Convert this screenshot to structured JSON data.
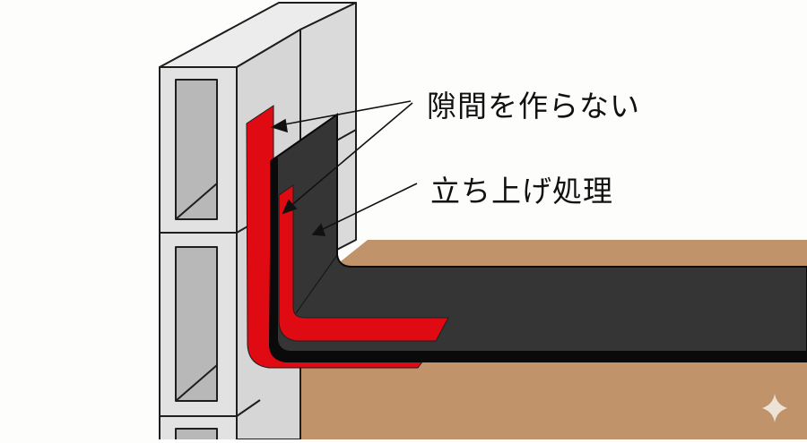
{
  "diagram": {
    "type": "construction-detail",
    "subject": "waterproof membrane upturn at block wall",
    "labels": [
      {
        "id": "no-gap",
        "text": "隙間を作らない",
        "arrows": 2
      },
      {
        "id": "upturn",
        "text": "立ち上げ処理",
        "arrows": 1
      }
    ],
    "colors": {
      "background": "#fdfdfc",
      "block_face": "#e2e2e2",
      "block_side": "#d8d8d8",
      "block_top": "#ececec",
      "block_hollow": "#b8b8b8",
      "membrane": "#353535",
      "membrane_edge": "#0a0a0a",
      "sealing_tape": "#e00a12",
      "substrate": "#c1936a",
      "outline": "#1e1e1e",
      "watermark": "#ece3d6"
    },
    "watermark_icon": "sparkle"
  }
}
